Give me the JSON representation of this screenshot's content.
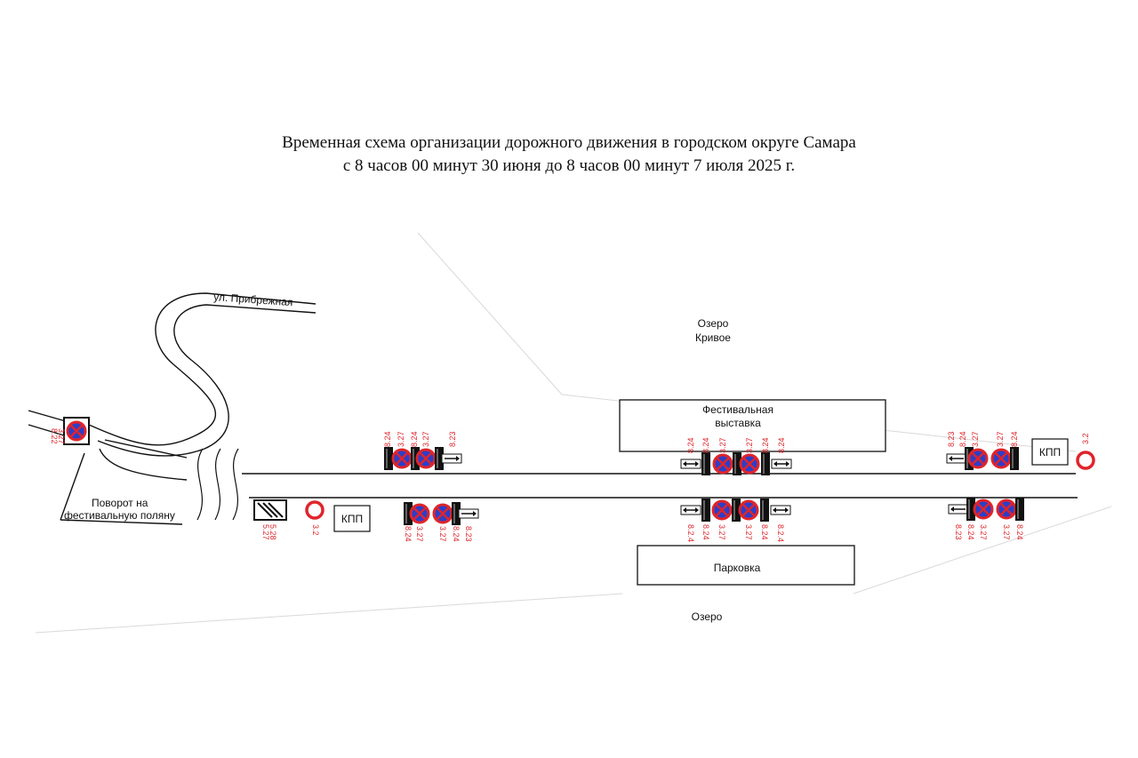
{
  "title": {
    "line1": "Временная схема организации дорожного движения в городском округе Самара",
    "line2": "с 8 часов 00 минут 30 июня до 8 часов 00 минут 7 июля 2025 г."
  },
  "labels": {
    "street": "ул. Прибрежная",
    "lake_krivoe_1": "Озеро",
    "lake_krivoe_2": "Кривое",
    "lake_bottom": "Озеро",
    "exhibition_1": "Фестивальная",
    "exhibition_2": "выставка",
    "parking": "Парковка",
    "turn_1": "Поворот на",
    "turn_2": "фестивальную поляну",
    "checkpoint_left": "КПП",
    "checkpoint_right": "КПП"
  },
  "sign_codes": {
    "top_left_group": [
      "8.24",
      "3.27",
      "8.24",
      "3.27",
      "8.23"
    ],
    "bottom_left_group": [
      "8.24",
      "3.27",
      "3.27",
      "8.24",
      "8.23"
    ],
    "top_center_group": [
      "8.24",
      "8.24",
      "3.27",
      "3.27",
      "8.24",
      "8.24"
    ],
    "bottom_center_group": [
      "8.2.4",
      "8.24",
      "3.27",
      "3.27",
      "8.24",
      "8.2.4"
    ],
    "top_right_group": [
      "8.23",
      "8.24",
      "3.27",
      "3.27",
      "8.24"
    ],
    "bottom_right_group": [
      "8.23",
      "8.24",
      "3.27",
      "3.27",
      "8.24"
    ],
    "entry_top_left": [
      "8.22",
      "3.27"
    ],
    "entry_lower": [
      "5.28",
      "5.27"
    ],
    "no_entry_left": "3.2",
    "no_entry_right": "3.2"
  },
  "colors": {
    "sign_red": "#e0242b",
    "sign_blue": "#2b3fc9",
    "line": "#111111"
  }
}
